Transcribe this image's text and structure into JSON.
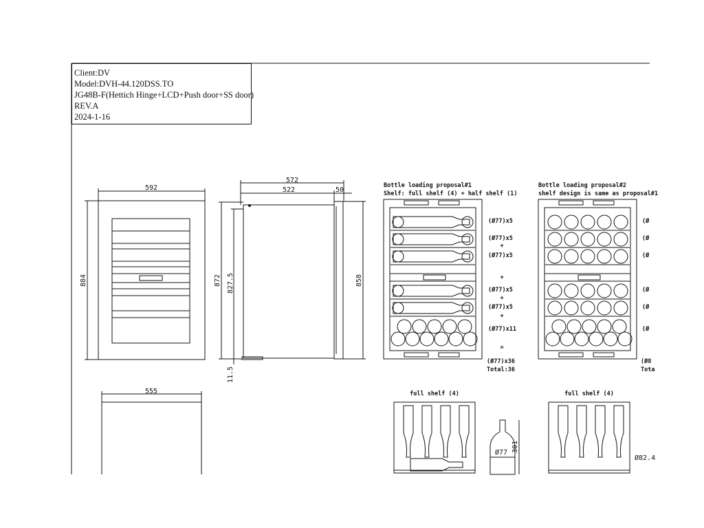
{
  "title_block": {
    "client": "Client:DV",
    "model": "Model:DVH-44.120DSS.TO",
    "spec": "JG48B-F(Hettich Hinge+LCD+Push door+SS door)",
    "rev": "REV.A",
    "date": "2024-1-16"
  },
  "front_view": {
    "width": "592",
    "height": "884"
  },
  "side_view": {
    "depth_total": "572",
    "depth_body": "522",
    "door": "50",
    "height_body": "872",
    "height_inner": "827.5",
    "height_full": "858",
    "foot": "11.5"
  },
  "top_view": {
    "width": "555"
  },
  "proposal1": {
    "title": "Bottle loading proposal#1",
    "subtitle": "Shelf: full shelf (4) + half shelf (1)",
    "rows": [
      "(Ø77)x5",
      "(Ø77)x5",
      "(Ø77)x5",
      "(Ø77)x5",
      "(Ø77)x5",
      "(Ø77)x11"
    ],
    "plus": "+",
    "equals": "=",
    "total_qty": "(Ø77)x36",
    "total": "Total:36"
  },
  "proposal2": {
    "title": "Bottle loading proposal#2",
    "subtitle": "shelf design is same as proposal#1",
    "rows": [
      "(Ø",
      "(Ø",
      "(Ø",
      "(Ø",
      "(Ø",
      "(Ø"
    ],
    "total_qty": "(Ø8",
    "total": "Tota"
  },
  "shelf_detail_1": {
    "title": "full shelf (4)"
  },
  "shelf_detail_2": {
    "title": "full shelf (4)"
  },
  "bottle": {
    "diameter": "Ø77",
    "height": "301"
  },
  "bottle2": {
    "diameter": "Ø82.4"
  }
}
